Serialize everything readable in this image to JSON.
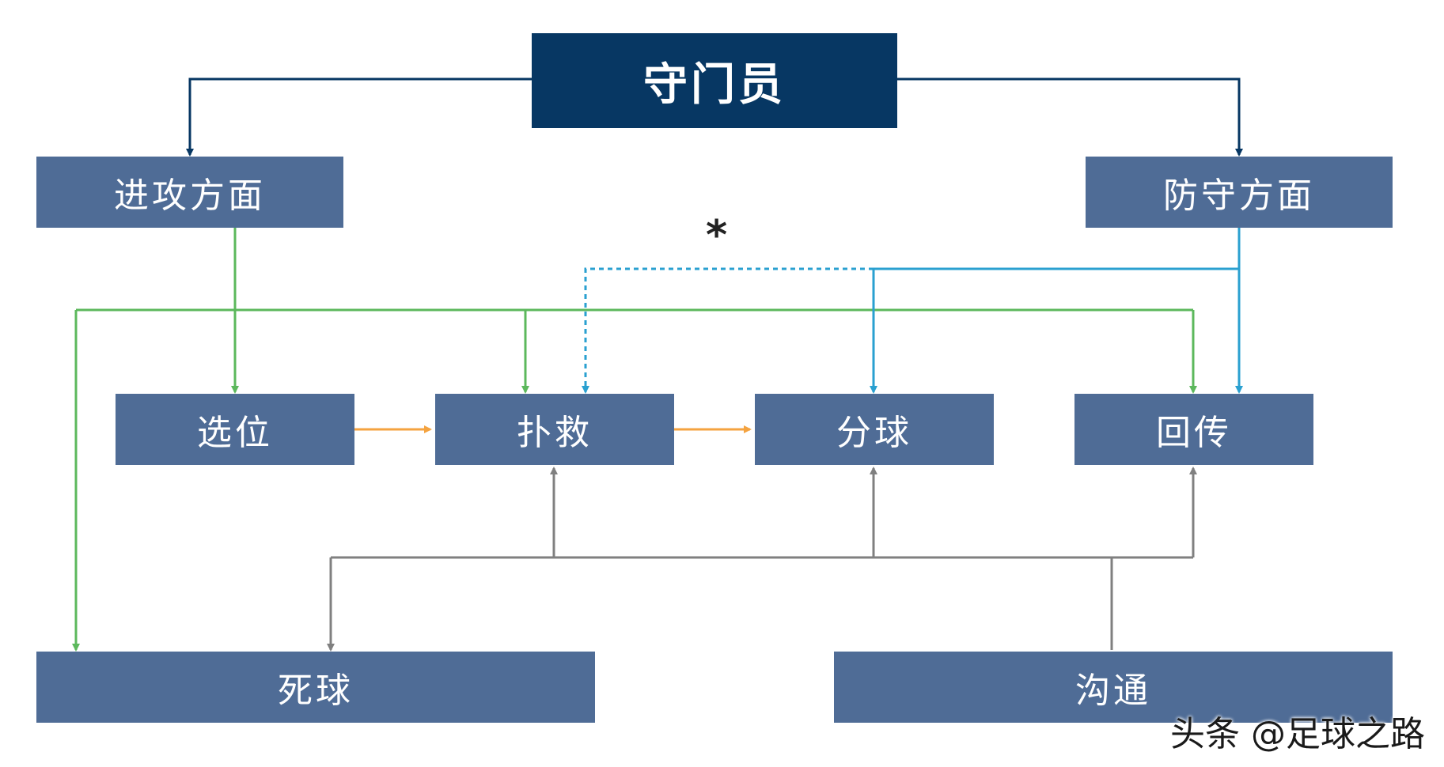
{
  "root": {
    "label": "守门员"
  },
  "categories": {
    "attack": "进攻方面",
    "defense": "防守方面"
  },
  "skills": {
    "positioning": "选位",
    "saving": "扑救",
    "distribution": "分球",
    "backpass": "回传"
  },
  "bottom": {
    "set_piece": "死球",
    "communication": "沟通"
  },
  "annotation": "*",
  "watermark": "头条 @足球之路",
  "colors": {
    "root_box": "#073763",
    "box": "#4f6c96",
    "attack_arrow": "#5cb85c",
    "defense_arrow": "#2aa0d0",
    "flow_arrow": "#f4a340",
    "shared_arrow": "#808080",
    "root_arrow": "#073763"
  }
}
